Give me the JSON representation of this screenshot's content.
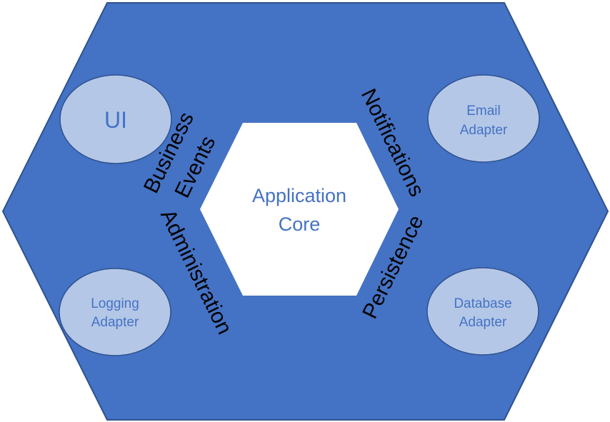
{
  "colors": {
    "outer_hexagon": "#4472C4",
    "outer_stroke": "#2F528F",
    "inner_hexagon": "#FFFFFF",
    "adapter_fill": "#B4C7E7",
    "adapter_text": "#4472C4",
    "port_text": "#000000"
  },
  "core": {
    "line1": "Application",
    "line2": "Core"
  },
  "adapters": {
    "ui": {
      "label": "UI"
    },
    "email": {
      "line1": "Email",
      "line2": "Adapter"
    },
    "logging": {
      "line1": "Logging",
      "line2": "Adapter"
    },
    "database": {
      "line1": "Database",
      "line2": "Adapter"
    }
  },
  "ports": {
    "business": "Business",
    "events": "Events",
    "administration": "Administration",
    "notifications": "Notifications",
    "persistence": "Persistence"
  }
}
